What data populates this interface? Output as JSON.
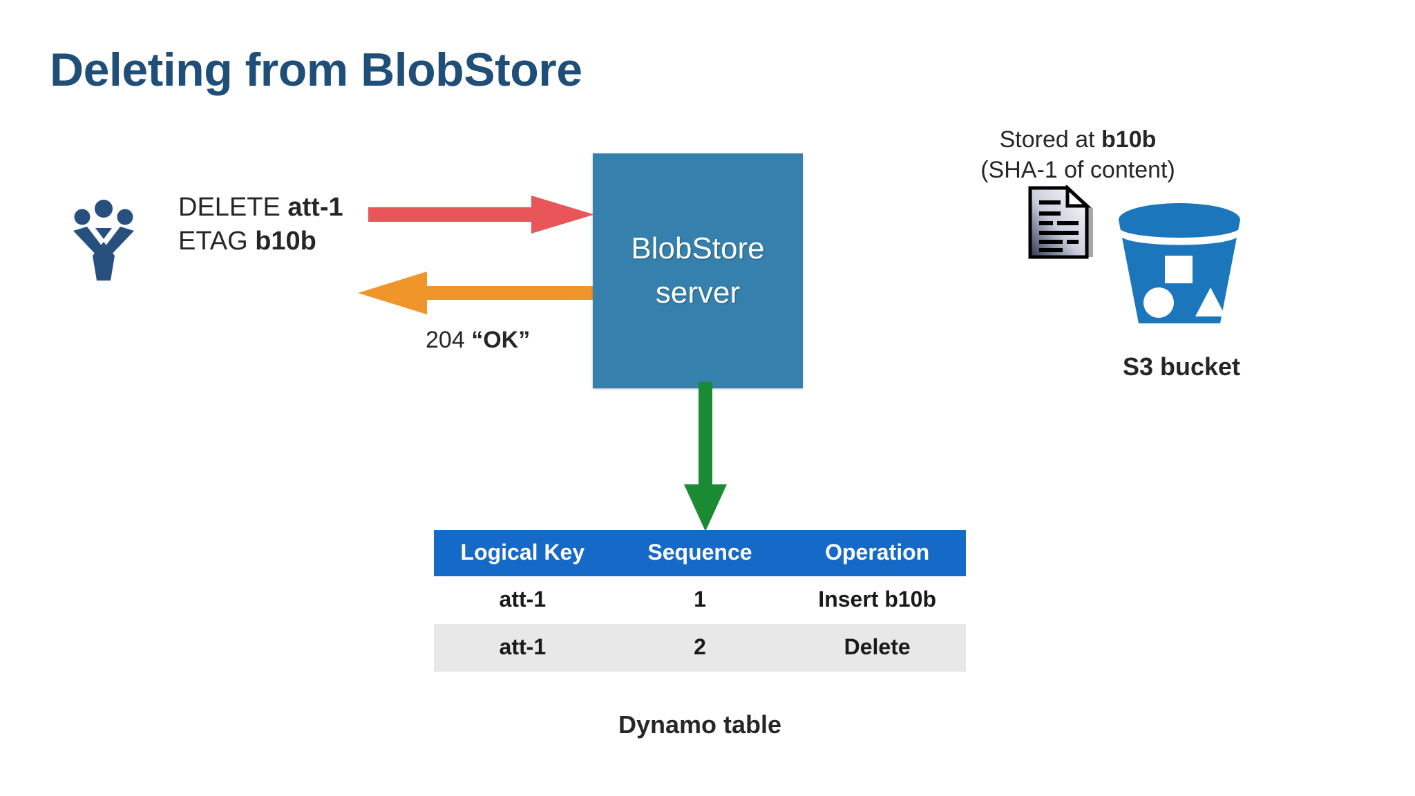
{
  "slide": {
    "title": "Deleting from BlobStore",
    "title_color": "#1F4E79",
    "background": "#ffffff"
  },
  "client": {
    "icon": "users-icon",
    "request_line1_prefix": "DELETE ",
    "request_line1_value": "att-1",
    "request_line2_prefix": "ETAG ",
    "request_line2_value": "b10b",
    "response_code": "204 ",
    "response_text": "“OK”"
  },
  "arrows": {
    "request": {
      "name": "delete-request-arrow",
      "direction": "right",
      "color": "#E8565A"
    },
    "response": {
      "name": "response-arrow",
      "direction": "left",
      "color": "#F0952A"
    },
    "write": {
      "name": "dynamo-write-arrow",
      "direction": "down",
      "color": "#1A8A33"
    }
  },
  "server": {
    "line1": "BlobStore",
    "line2": "server",
    "color": "#3580AC"
  },
  "storage": {
    "note_line1_prefix": "Stored at ",
    "note_line1_value": "b10b",
    "note_line2": "(SHA-1 of content)",
    "doc_icon": "document-icon",
    "bucket_icon": "s3-bucket-icon",
    "bucket_label": "S3 bucket",
    "bucket_color": "#1B76BC"
  },
  "dynamo": {
    "caption": "Dynamo table",
    "header_color": "#1569C7",
    "columns": [
      "Logical Key",
      "Sequence",
      "Operation"
    ],
    "rows": [
      {
        "logical_key": "att-1",
        "sequence": "1",
        "operation": "Insert b10b"
      },
      {
        "logical_key": "att-1",
        "sequence": "2",
        "operation": "Delete"
      }
    ]
  }
}
